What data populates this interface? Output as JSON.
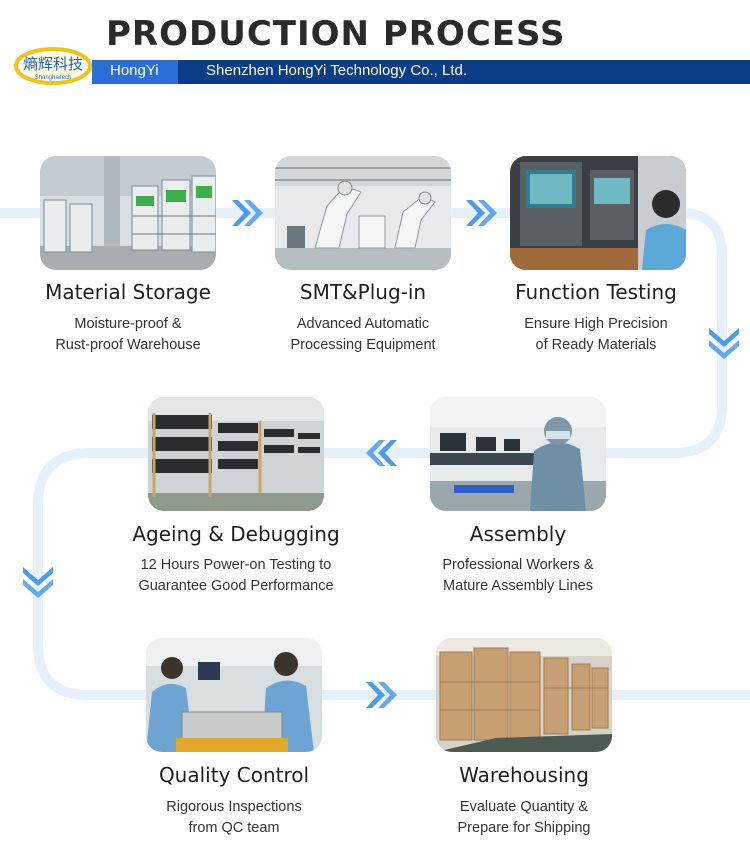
{
  "header": {
    "title": "PRODUCTION PROCESS",
    "brand": "HongYi",
    "company": "Shenzhen HongYi Technology Co., Ltd.",
    "logo_text": "熵辉科技",
    "logo_subtext": "Shanghaitech"
  },
  "colors": {
    "band_dark": "#0b3c86",
    "band_light": "#2b6fd6",
    "flow_line": "#e6f0fb",
    "arrow": "#4a9be8"
  },
  "steps": [
    {
      "title": "Material Storage",
      "desc1": "Moisture-proof &",
      "desc2": "Rust-proof Warehouse"
    },
    {
      "title": "SMT&Plug-in",
      "desc1": "Advanced Automatic",
      "desc2": "Processing Equipment"
    },
    {
      "title": "Function Testing",
      "desc1": "Ensure High Precision",
      "desc2": "of Ready Materials"
    },
    {
      "title": "Ageing & Debugging",
      "desc1": "12 Hours Power-on Testing to",
      "desc2": "Guarantee Good Performance"
    },
    {
      "title": "Assembly",
      "desc1": "Professional Workers &",
      "desc2": "Mature Assembly Lines"
    },
    {
      "title": "Quality Control",
      "desc1": "Rigorous Inspections",
      "desc2": "from QC team"
    },
    {
      "title": "Warehousing",
      "desc1": "Evaluate Quantity &",
      "desc2": "Prepare for Shipping"
    }
  ]
}
